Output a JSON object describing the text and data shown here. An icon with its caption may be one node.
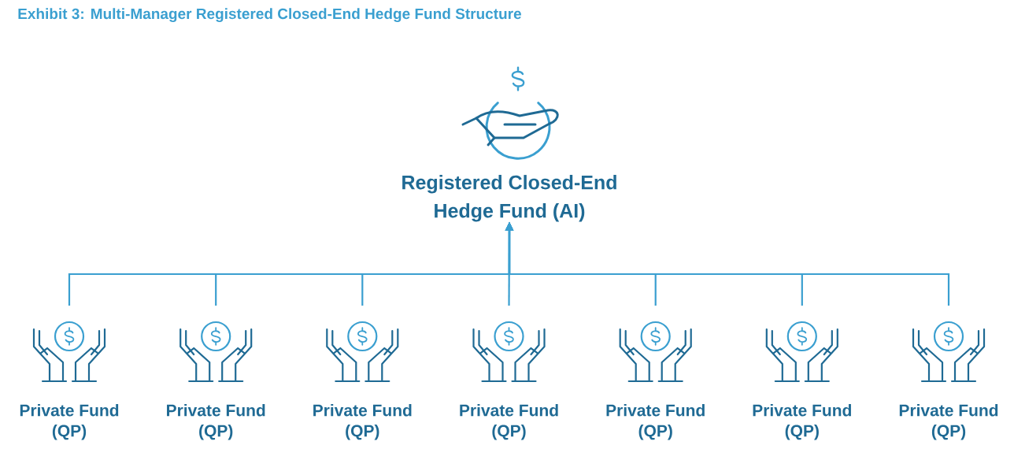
{
  "diagram": {
    "title": "Exhibit 3: Multi-Manager Registered Closed-End Hedge Fund Structure",
    "nodes": [
      {
        "text": [
          "Registered Closed-End Hedge Fund (AI)"
        ]
      },
      {
        "text": [
          "Private Fund (QP)"
        ]
      },
      {
        "text": [
          "Private Fund (QP)"
        ]
      },
      {
        "text": [
          "Private Fund (QP)"
        ]
      },
      {
        "text": [
          "Private Fund (QP)"
        ]
      },
      {
        "text": [
          "Private Fund (QP)"
        ]
      },
      {
        "text": [
          "Private Fund (QP)"
        ]
      },
      {
        "text": [
          "Private Fund (QP)"
        ]
      }
    ],
    "edges": [
      {
        "from": 1,
        "to": 0,
        "arrow": "to"
      },
      {
        "from": 2,
        "to": 0,
        "arrow": "to"
      },
      {
        "from": 3,
        "to": 0,
        "arrow": "to"
      },
      {
        "from": 4,
        "to": 0,
        "arrow": "to"
      },
      {
        "from": 5,
        "to": 0,
        "arrow": "to"
      },
      {
        "from": 6,
        "to": 0,
        "arrow": "to"
      },
      {
        "from": 7,
        "to": 0,
        "arrow": "to"
      }
    ]
  }
}
